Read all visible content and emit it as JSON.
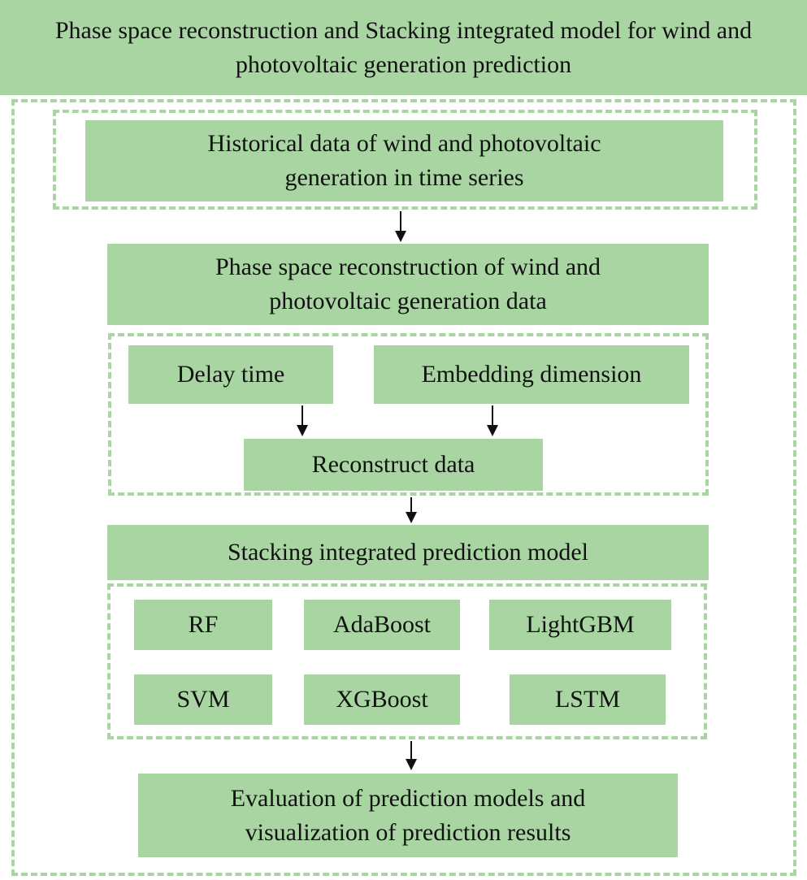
{
  "colors": {
    "box_fill": "#a8d5a2",
    "dash": "#a8d5a2",
    "arrow": "#111111"
  },
  "title": "Phase space reconstruction and Stacking integrated model for wind and photovoltaic generation prediction",
  "historical": "Historical data of wind and photovoltaic generation in time series",
  "phase_space": "Phase space reconstruction of wind and photovoltaic generation data",
  "delay_time": "Delay time",
  "embedding_dimension": "Embedding dimension",
  "reconstruct": "Reconstruct data",
  "stacking": "Stacking integrated prediction model",
  "models": [
    "RF",
    "AdaBoost",
    "LightGBM",
    "SVM",
    "XGBoost",
    "LSTM"
  ],
  "evaluation": "Evaluation of prediction models and visualization of prediction results"
}
